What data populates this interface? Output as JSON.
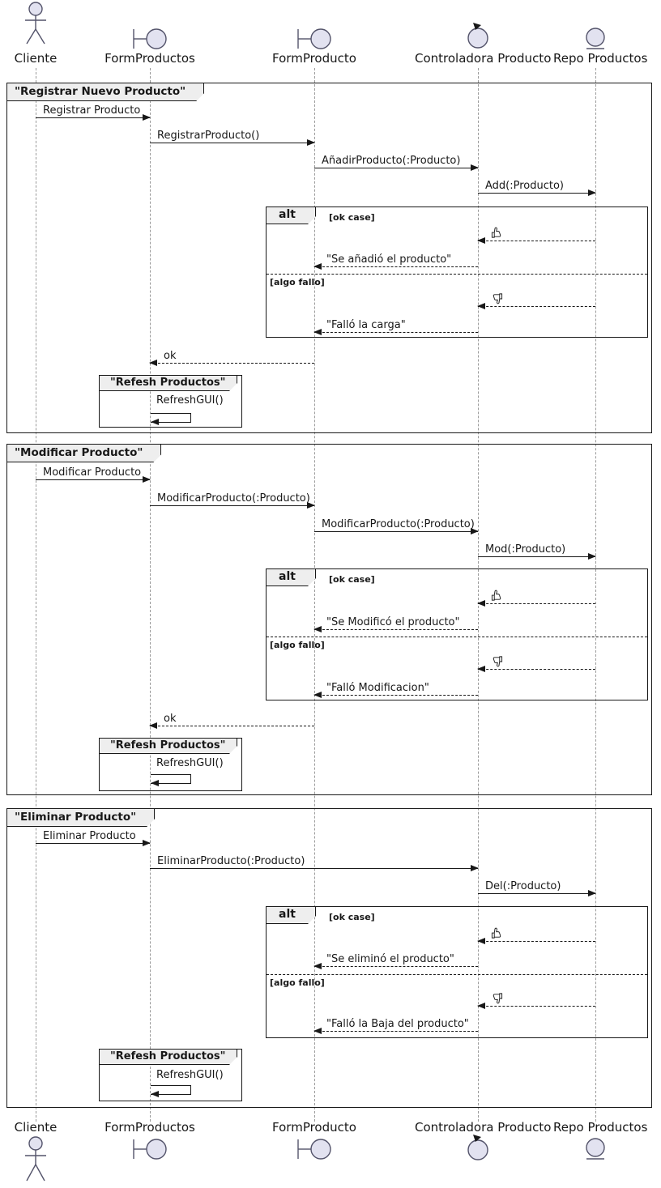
{
  "diagram_type": "uml-sequence-diagram",
  "colors": {
    "background": "#FFFFFF",
    "line": "#181818",
    "lifeline": "#9A9A9A",
    "participant_fill": "#E2E2F0",
    "frame_tab_bg": "#EEEEEE"
  },
  "participants": [
    {
      "name": "Cliente",
      "type": "actor"
    },
    {
      "name": "FormProductos",
      "type": "boundary"
    },
    {
      "name": "FormProducto",
      "type": "boundary"
    },
    {
      "name": "Controladora Producto",
      "type": "control"
    },
    {
      "name": "Repo Productos",
      "type": "entity"
    }
  ],
  "icons": {
    "result_ok": "👍",
    "result_fail": "👎"
  },
  "frames": [
    {
      "title": "\"Registrar Nuevo Producto\"",
      "alt": {
        "label": "alt",
        "guard_ok": "[ok case]",
        "guard_fail": "[algo fallo]"
      },
      "messages": {
        "m1": "Registrar Producto",
        "m2": "RegistrarProducto()",
        "m3": "AñadirProducto(:Producto)",
        "m4": "Add(:Producto)",
        "reply_ok": "\"Se añadió el producto\"",
        "reply_fail": "\"Falló la carga\"",
        "ok": "ok"
      },
      "refresh": {
        "title": "\"Refesh Productos\"",
        "message": "RefreshGUI()"
      }
    },
    {
      "title": "\"Modificar Producto\"",
      "alt": {
        "label": "alt",
        "guard_ok": "[ok case]",
        "guard_fail": "[algo fallo]"
      },
      "messages": {
        "m1": "Modificar Producto",
        "m2": "ModificarProducto(:Producto)",
        "m3": "ModificarProducto(:Producto)",
        "m4": "Mod(:Producto)",
        "reply_ok": "\"Se Modificó el producto\"",
        "reply_fail": "\"Falló Modificacion\"",
        "ok": "ok"
      },
      "refresh": {
        "title": "\"Refesh Productos\"",
        "message": "RefreshGUI()"
      }
    },
    {
      "title": "\"Eliminar Producto\"",
      "alt": {
        "label": "alt",
        "guard_ok": "[ok case]",
        "guard_fail": "[algo fallo]"
      },
      "messages": {
        "m1": "Eliminar Producto",
        "m2": "EliminarProducto(:Producto)",
        "m3": "Del(:Producto)",
        "reply_ok": "\"Se eliminó el producto\"",
        "reply_fail": "\"Falló la Baja del producto\""
      },
      "refresh": {
        "title": "\"Refesh Productos\"",
        "message": "RefreshGUI()"
      }
    }
  ]
}
